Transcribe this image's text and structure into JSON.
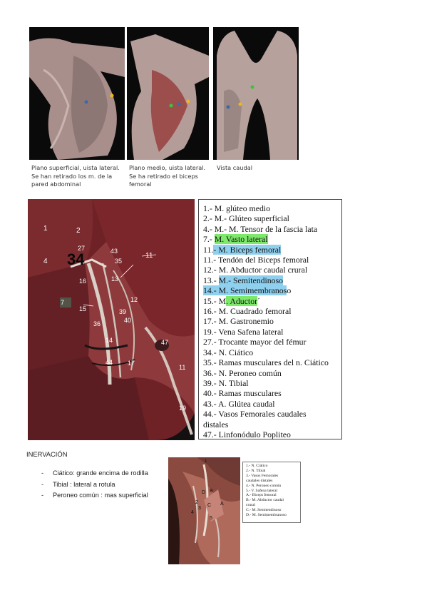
{
  "top_panels": [
    {
      "caption_lines": [
        "Plano superficial, uista lateral.",
        "Se han retirado los m. de la",
        "pared abdominal"
      ]
    },
    {
      "caption_lines": [
        "Plano medio, uista lateral.",
        "Se ha retirado el biceps",
        "femoral"
      ]
    },
    {
      "caption_lines": [
        "Vista caudal"
      ]
    }
  ],
  "main_photo_labels": [
    "1",
    "2",
    "27",
    "43",
    "4",
    "34",
    "35",
    "11",
    "16",
    "13",
    "7",
    "12",
    "15",
    "39",
    "40",
    "36",
    "14",
    "47",
    "44",
    "17",
    "11",
    "19"
  ],
  "legend_items": [
    {
      "text": "1.- M. glúteo medio",
      "highlight": ""
    },
    {
      "text": "2.- M.- Glúteo superficial",
      "highlight": ""
    },
    {
      "text": "4.- M.- M. Tensor de la fascia lata",
      "highlight": ""
    },
    {
      "prefix": "7.- ",
      "text": "M. Vasto lateral",
      "highlight": "green"
    },
    {
      "prefix": "11.",
      "text": "- M. Biceps femoral",
      "highlight": "blue"
    },
    {
      "text": "11.- Tendón del Biceps femoral",
      "highlight": ""
    },
    {
      "text": "12.- M. Abductor caudal crural",
      "highlight": ""
    },
    {
      "prefix": "13.- ",
      "text": "M.- Semitendinoso",
      "highlight": "blue"
    },
    {
      "prefix": "",
      "text": "14.- M. Semimembranos",
      "suffix": "o",
      "highlight": "blue"
    },
    {
      "prefix": "15.- M",
      "text": ". Aductor",
      "suffix": "´",
      "highlight": "green"
    },
    {
      "text": "16.- M. Cuadrado femoral",
      "highlight": ""
    },
    {
      "text": "17.- M. Gastronemio",
      "highlight": ""
    },
    {
      "text": "19.- Vena Safena lateral",
      "highlight": ""
    },
    {
      "text": "27.- Trocante mayor del fémur",
      "highlight": ""
    },
    {
      "text": "34.- N. Ciático",
      "highlight": ""
    },
    {
      "text": "35.- Ramas musculares del n. Ciático",
      "highlight": ""
    },
    {
      "text": "36.- N. Peroneo común",
      "highlight": ""
    },
    {
      "text": "39.- N. Tibial",
      "highlight": ""
    },
    {
      "text": "40.- Ramas musculares",
      "highlight": ""
    },
    {
      "text": "43.- A. Glútea caudal",
      "highlight": ""
    },
    {
      "text": "44.- Vasos Femorales caudales",
      "highlight": ""
    },
    {
      "text": "distales",
      "highlight": ""
    },
    {
      "text": "47.- Linfonódulo Popliteo",
      "highlight": ""
    }
  ],
  "inervacion": {
    "title": "INERVACIÓN",
    "items": [
      "Ciático: grande encima de rodilla",
      "Tibial : lateral a rotula",
      "Peroneo común : mas superficial"
    ]
  },
  "small_photo_labels": [
    "1",
    "2",
    "3",
    "4",
    "5",
    "A",
    "B",
    "C",
    "D"
  ],
  "small_legend": [
    "1.- N. Ciático",
    "2.- N. Tibial",
    "3.- Vasos Femorales",
    "caudales distales",
    "4.- N. Peroneo común",
    "5.- V. Safena lateral",
    "A.- Biceps femoral",
    "B.- M. Abductor caudal",
    "crural",
    "C.- M. Semitendinoso",
    "D.- M. Semimembranoso"
  ],
  "colors": {
    "highlight_green": "#7ee86b",
    "highlight_blue": "#8fd0ef"
  }
}
